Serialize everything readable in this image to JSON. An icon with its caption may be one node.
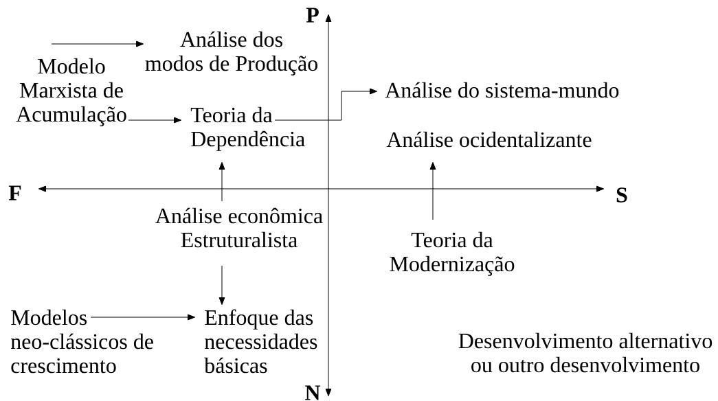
{
  "diagram": {
    "nodes": [
      {
        "text": [
          "Modelo Marxista de Acumulação"
        ]
      },
      {
        "text": [
          "Análise dos modos de Produção"
        ]
      },
      {
        "text": [
          "Teoria da Dependência"
        ]
      },
      {
        "text": [
          "Análise do sistema-mundo"
        ]
      },
      {
        "text": [
          "Análise ocidentalizante"
        ]
      },
      {
        "text": [
          "Análise econômica Estruturalista"
        ]
      },
      {
        "text": [
          "Teoria da Modernização"
        ]
      },
      {
        "text": [
          "Modelos neo-clássicos de crescimento"
        ]
      },
      {
        "text": [
          "Enfoque das necessidades básicas"
        ]
      },
      {
        "text": [
          "Desenvolvimento alternativo ou outro desenvolvimento"
        ]
      }
    ],
    "edges": [
      {
        "from": 0,
        "to": 1,
        "arrow": "to"
      },
      {
        "from": 0,
        "to": 2,
        "arrow": "to"
      },
      {
        "from": 2,
        "to": 3,
        "arrow": "to"
      },
      {
        "from": 5,
        "to": 2,
        "arrow": "to"
      },
      {
        "from": 6,
        "to": 4,
        "arrow": "to"
      },
      {
        "from": 5,
        "to": 8,
        "arrow": "to"
      },
      {
        "from": 7,
        "to": 8,
        "arrow": "to"
      }
    ],
    "labels": [
      "P",
      "F",
      "S",
      "N"
    ]
  }
}
